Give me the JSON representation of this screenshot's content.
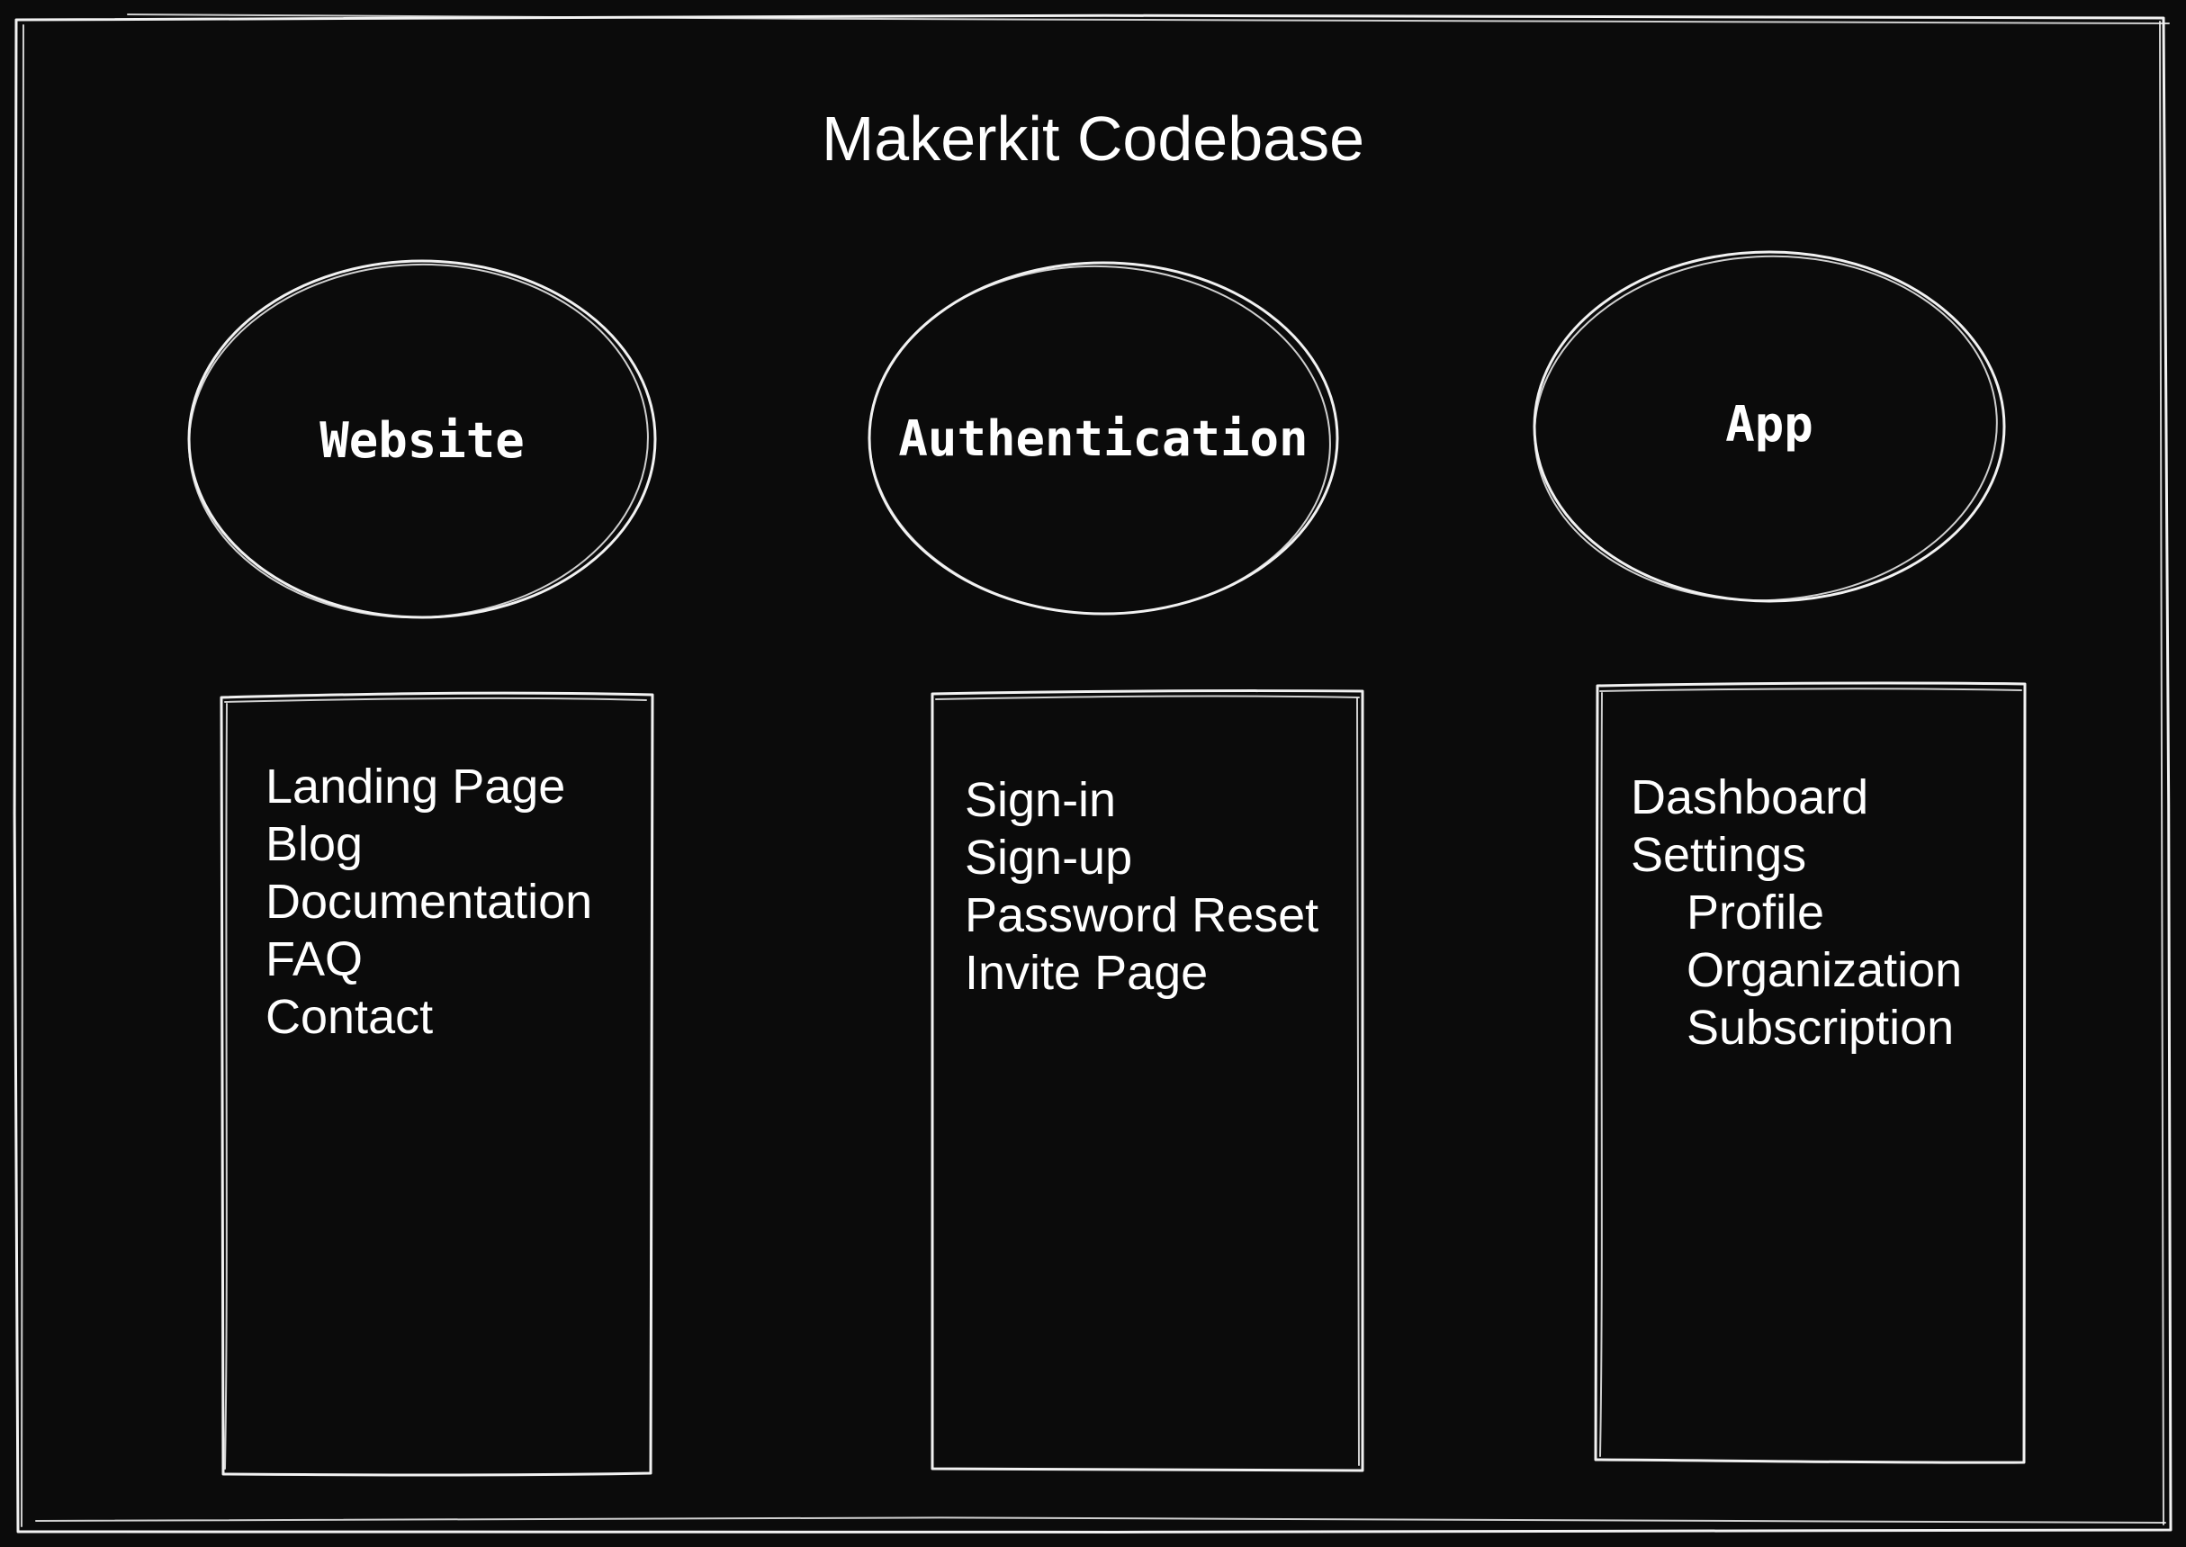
{
  "title": "Makerkit Codebase",
  "modules": [
    {
      "label": "Website",
      "items": [
        {
          "text": "Landing Page"
        },
        {
          "text": "Blog"
        },
        {
          "text": "Documentation"
        },
        {
          "text": "FAQ"
        },
        {
          "text": "Contact"
        }
      ]
    },
    {
      "label": "Authentication",
      "items": [
        {
          "text": "Sign-in"
        },
        {
          "text": "Sign-up"
        },
        {
          "text": "Password Reset"
        },
        {
          "text": "Invite Page"
        }
      ]
    },
    {
      "label": "App",
      "items": [
        {
          "text": "Dashboard"
        },
        {
          "text": "Settings"
        },
        {
          "text": "Profile",
          "nested": true
        },
        {
          "text": "Organization",
          "nested": true
        },
        {
          "text": "Subscription",
          "nested": true
        }
      ]
    }
  ],
  "colors": {
    "background": "#0b0b0b",
    "stroke": "#f2f2f2",
    "text": "#ffffff"
  }
}
